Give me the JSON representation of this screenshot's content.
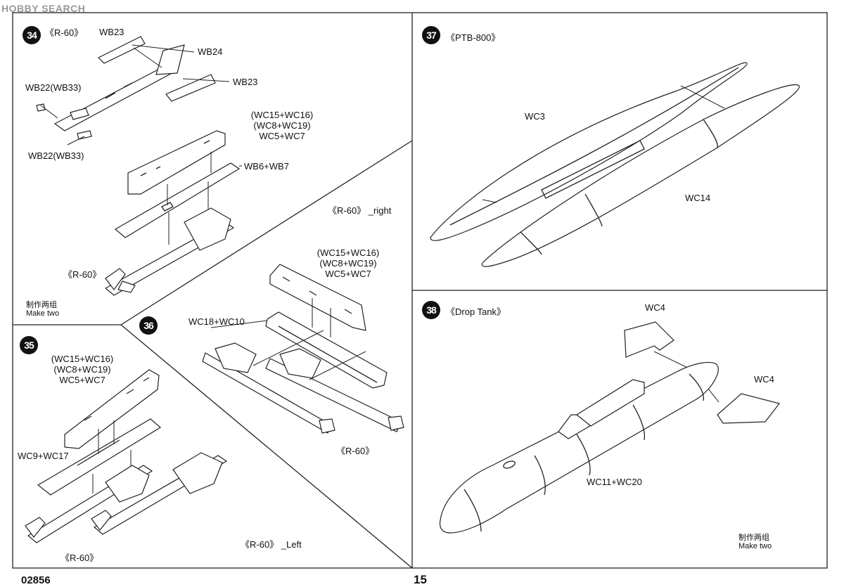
{
  "watermark": "HOBBY SEARCH",
  "page_number": "15",
  "product_code": "02856",
  "steps": {
    "s34": {
      "number": "34",
      "title": "《R-60》",
      "labels": {
        "wb23_top": "WB23",
        "wb24": "WB24",
        "wb23_right": "WB23",
        "wb22_top": "WB22(WB33)",
        "wb22_bottom": "WB22(WB33)",
        "wc_combo_1": "(WC15+WC16)",
        "wc_combo_2": "(WC8+WC19)",
        "wc_combo_3": "WC5+WC7",
        "wb6_wb7": "WB6+WB7",
        "r60": "《R-60》",
        "note_cn": "制作两组",
        "note_en": "Make two"
      }
    },
    "s35": {
      "number": "35",
      "labels": {
        "wc_combo_1": "(WC15+WC16)",
        "wc_combo_2": "(WC8+WC19)",
        "wc_combo_3": "WC5+WC7",
        "wc9_wc17": "WC9+WC17",
        "r60": "《R-60》"
      }
    },
    "s36": {
      "number": "36",
      "labels": {
        "r60_right": "《R-60》 _right",
        "wc_combo_1": "(WC15+WC16)",
        "wc_combo_2": "(WC8+WC19)",
        "wc_combo_3": "WC5+WC7",
        "wc18_wc10": "WC18+WC10",
        "r60": "《R-60》",
        "r60_left": "《R-60》 _Left"
      }
    },
    "s37": {
      "number": "37",
      "title": "《PTB-800》",
      "labels": {
        "wc3": "WC3",
        "wc14": "WC14"
      }
    },
    "s38": {
      "number": "38",
      "title": "《Drop Tank》",
      "labels": {
        "wc4_top": "WC4",
        "wc4_right": "WC4",
        "wc11_wc20": "WC11+WC20",
        "note_cn": "制作两组",
        "note_en": "Make two"
      }
    }
  }
}
